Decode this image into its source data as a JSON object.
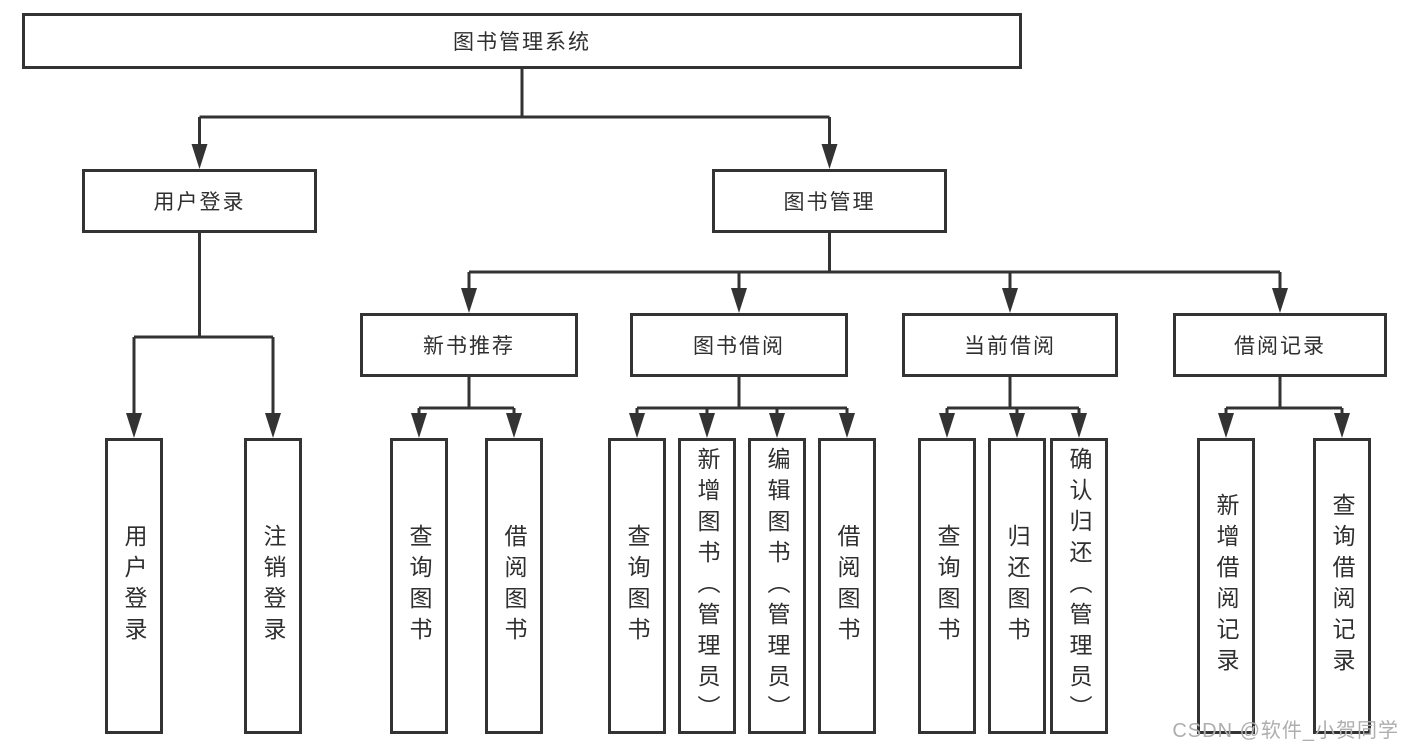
{
  "diagram": {
    "title": "图书管理系统",
    "root": {
      "label": "图书管理系统"
    },
    "level1": {
      "user_login": {
        "label": "用户登录"
      },
      "book_mgmt": {
        "label": "图书管理"
      }
    },
    "level2": {
      "new_book_rec": {
        "label": "新书推荐"
      },
      "book_borrow": {
        "label": "图书借阅"
      },
      "current_borrow": {
        "label": "当前借阅"
      },
      "borrow_record": {
        "label": "借阅记录"
      }
    },
    "leaves": {
      "user_login_leaf": {
        "label": "用户登录",
        "parent": "用户登录"
      },
      "logout": {
        "label": "注销登录",
        "parent": "用户登录"
      },
      "query_book_rec": {
        "label": "查询图书",
        "parent": "新书推荐"
      },
      "borrow_book_rec": {
        "label": "借阅图书",
        "parent": "新书推荐"
      },
      "query_book_borrow": {
        "label": "查询图书",
        "parent": "图书借阅"
      },
      "add_book": {
        "label": "新增图书（管理员）",
        "parent": "图书借阅"
      },
      "edit_book": {
        "label": "编辑图书（管理员）",
        "parent": "图书借阅"
      },
      "borrow_book": {
        "label": "借阅图书",
        "parent": "图书借阅"
      },
      "query_book_cur": {
        "label": "查询图书",
        "parent": "当前借阅"
      },
      "return_book": {
        "label": "归还图书",
        "parent": "当前借阅"
      },
      "confirm_return": {
        "label": "确认归还（管理员）",
        "parent": "当前借阅"
      },
      "add_borrow_record": {
        "label": "新增借阅记录",
        "parent": "借阅记录"
      },
      "query_borrow_record": {
        "label": "查询借阅记录",
        "parent": "借阅记录"
      }
    },
    "colors": {
      "line": "#333333",
      "text": "#2f2f2f",
      "box_background": "#ffffff",
      "watermark": "#aeaeae",
      "page_background": "#ffffff"
    },
    "watermark": "CSDN @软件_小贺同学"
  }
}
